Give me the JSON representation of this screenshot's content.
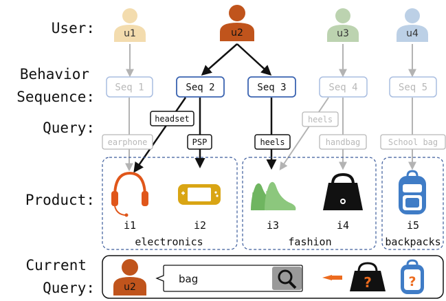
{
  "row_labels": {
    "user": "User:",
    "behavior_1": "Behavior",
    "behavior_2": "Sequence:",
    "query": "Query:",
    "product": "Product:",
    "current_1": "Current",
    "current_2": "Query:"
  },
  "users": [
    {
      "id": "u1",
      "color": "#f3dcae",
      "active": false
    },
    {
      "id": "u2",
      "color": "#c0541c",
      "active": true
    },
    {
      "id": "u3",
      "color": "#bcd3b0",
      "active": false
    },
    {
      "id": "u4",
      "color": "#bcd0e6",
      "active": false
    }
  ],
  "sequences": [
    {
      "label": "Seq 1",
      "active": false
    },
    {
      "label": "Seq 2",
      "active": true
    },
    {
      "label": "Seq 3",
      "active": true
    },
    {
      "label": "Seq 4",
      "active": false
    },
    {
      "label": "Seq 5",
      "active": false
    }
  ],
  "queries": [
    {
      "label": "headset",
      "active": true
    },
    {
      "label": "PSP",
      "active": true
    },
    {
      "label": "heels",
      "active": true
    },
    {
      "label": "heels",
      "active": false
    },
    {
      "label": "earphone",
      "active": false
    },
    {
      "label": "handbag",
      "active": false
    },
    {
      "label": "School bag",
      "active": false
    }
  ],
  "products": [
    {
      "id": "i1",
      "icon": "headphones-icon"
    },
    {
      "id": "i2",
      "icon": "game-console-icon"
    },
    {
      "id": "i3",
      "icon": "high-heels-icon"
    },
    {
      "id": "i4",
      "icon": "handbag-icon"
    },
    {
      "id": "i5",
      "icon": "backpack-icon"
    }
  ],
  "categories": [
    "electronics",
    "fashion",
    "backpacks"
  ],
  "current_query": {
    "user": "u2",
    "text": "bag",
    "icons": [
      "search-icon",
      "arrow-left-icon",
      "handbag-question-icon",
      "backpack-question-icon"
    ]
  },
  "colors": {
    "active_border": "#3a63b0",
    "inactive": "#b8b8b8",
    "inactive_border": "#a9bde0",
    "headphones": "#e0561a",
    "console": "#d9a514",
    "heels": "#6fb560",
    "backpack": "#3f7cc6",
    "arrow_orange": "#ec6b1f"
  }
}
